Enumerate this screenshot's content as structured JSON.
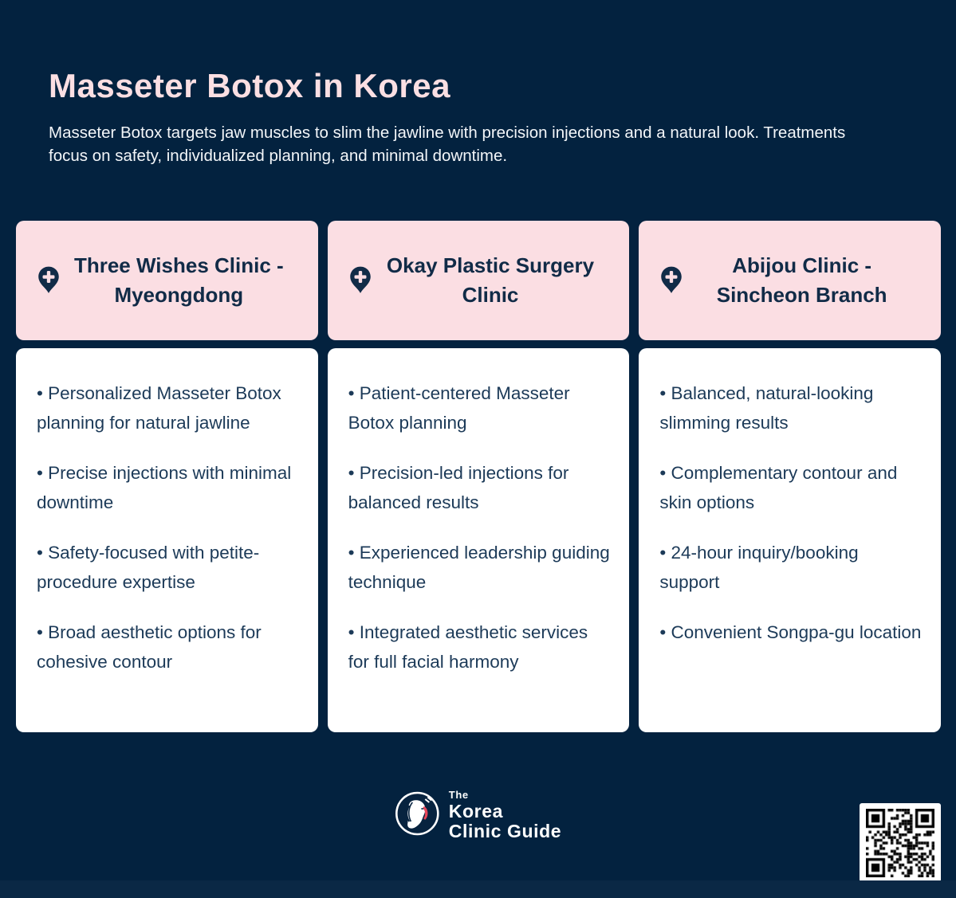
{
  "colors": {
    "background": "#03223F",
    "card_header_bg": "#FBDEE3",
    "title_pink": "#FBDFE3",
    "card_title_navy": "#112B47",
    "body_text_navy": "#1C3A58",
    "logo_accent_red": "#E8465A",
    "bottom_strip": "#0A2845"
  },
  "header": {
    "title": "Masseter Botox in Korea",
    "subtitle": "Masseter Botox targets jaw muscles to slim the jawline with precision injections and a natural look. Treatments focus on safety, individualized planning, and minimal downtime."
  },
  "cards": [
    {
      "title": "Three Wishes Clinic - Myeongdong",
      "icon": "medical-map-pin-icon",
      "bullets": [
        "Personalized Masseter Botox planning for natural jawline",
        "Precise injections with minimal downtime",
        "Safety-focused with petite-procedure expertise",
        "Broad aesthetic options for cohesive contour"
      ]
    },
    {
      "title": "Okay Plastic Surgery Clinic",
      "icon": "medical-map-pin-icon",
      "bullets": [
        "Patient-centered Masseter Botox planning",
        "Precision-led injections for balanced results",
        "Experienced leadership guiding technique",
        "Integrated aesthetic services for full facial harmony"
      ]
    },
    {
      "title": "Abijou Clinic - Sincheon Branch",
      "icon": "medical-map-pin-icon",
      "bullets": [
        "Balanced, natural-looking slimming results",
        "Complementary contour and skin options",
        "24-hour inquiry/booking support",
        "Convenient Songpa-gu location"
      ]
    }
  ],
  "footer": {
    "logo": {
      "the": "The",
      "line1": "Korea",
      "line2": "Clinic Guide"
    },
    "qr": "qr-code"
  },
  "bullet_marker": "•"
}
